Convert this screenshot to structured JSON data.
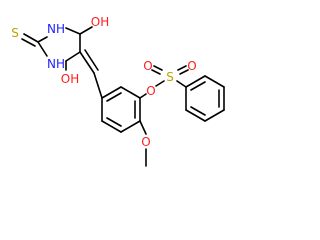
{
  "molecule": {
    "atoms": {
      "s_thione": {
        "text": "S",
        "color": "#b8a400"
      },
      "nh_top": {
        "text": "NH",
        "color": "#2020ff"
      },
      "nh_bottom": {
        "text": "NH",
        "color": "#2020ff"
      },
      "oh_top": {
        "text": "OH",
        "color": "#ff1f1f"
      },
      "oh_bottom": {
        "text": "OH",
        "color": "#ff1f1f"
      },
      "o_ester": {
        "text": "O",
        "color": "#ff1f1f"
      },
      "s_sulfonyl": {
        "text": "S",
        "color": "#b8a400"
      },
      "o_sulfonyl_left": {
        "text": "O",
        "color": "#ff1f1f"
      },
      "o_sulfonyl_right": {
        "text": "O",
        "color": "#ff1f1f"
      },
      "o_methoxy": {
        "text": "O",
        "color": "#ff1f1f"
      }
    },
    "bond_color": "#000000"
  }
}
